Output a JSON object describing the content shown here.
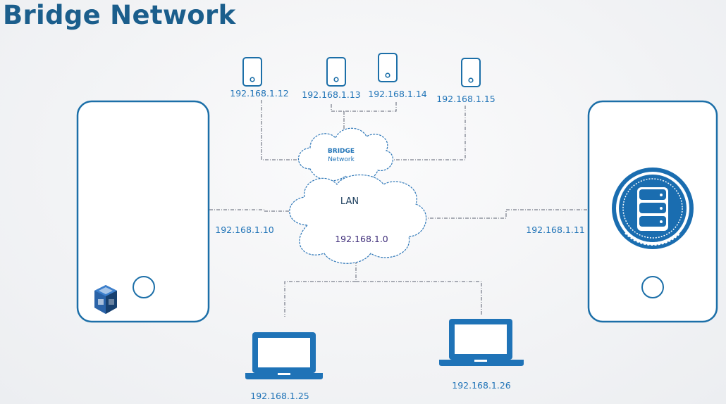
{
  "title": "Bridge Network",
  "bridge_cloud": {
    "title": "BRIDGE",
    "subtitle": "Network"
  },
  "lan_cloud": {
    "label": "LAN",
    "subnet": "192.168.1.0"
  },
  "devices": {
    "phones": [
      "192.168.1.12",
      "192.168.1.13",
      "192.168.1.14",
      "192.168.1.15"
    ],
    "left_host": "192.168.1.10",
    "right_host": "192.168.1.11",
    "laptops": [
      "192.168.1.25",
      "192.168.1.26"
    ]
  },
  "icons": {
    "left_host_badge": "virtualbox-logo-icon",
    "right_host_badge": "database-icon"
  },
  "colors": {
    "accent": "#1c6fa8",
    "title": "#1b5e8c",
    "subnet_text": "#3f2e7a"
  }
}
